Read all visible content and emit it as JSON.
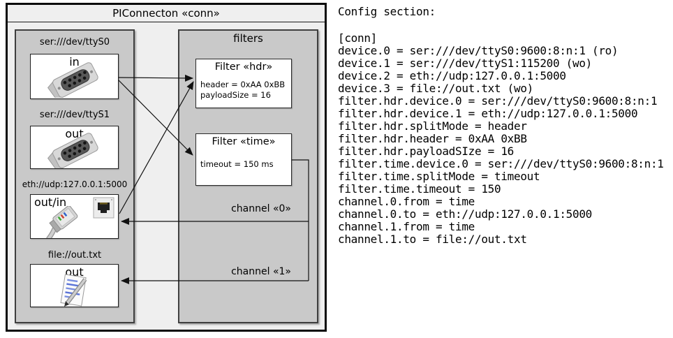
{
  "diagram": {
    "title": "PIConnecton «conn»",
    "devices": {
      "items": [
        {
          "label": "ser:///dev/ttyS0",
          "port": "in",
          "icon": "serial-connector"
        },
        {
          "label": "ser:///dev/ttyS1",
          "port": "out",
          "icon": "serial-connector"
        },
        {
          "label": "eth://udp:127.0.0.1:5000",
          "port": "out/in",
          "icon": "ethernet-jack-and-cable"
        },
        {
          "label": "file://out.txt",
          "port": "out",
          "icon": "notes-document"
        }
      ]
    },
    "filters": {
      "label": "filters",
      "hdr": {
        "title": "Filter «hdr»",
        "props": [
          "header = 0xAA 0xBB",
          "payloadSize = 16"
        ]
      },
      "time": {
        "title": "Filter «time»",
        "props": [
          "timeout = 150 ms"
        ]
      }
    },
    "channels": [
      {
        "label": "channel «0»"
      },
      {
        "label": "channel «1»"
      }
    ],
    "colors": {
      "outer_bg": "#efefef",
      "group_bg": "#c9c9c9",
      "box_bg": "#ffffff",
      "line": "#111111"
    }
  },
  "config": {
    "heading": "Config section:",
    "lines": [
      "[conn]",
      "device.0 = ser:///dev/ttyS0:9600:8:n:1 (ro)",
      "device.1 = ser:///dev/ttyS1:115200 (wo)",
      "device.2 = eth://udp:127.0.0.1:5000",
      "device.3 = file://out.txt (wo)",
      "filter.hdr.device.0 = ser:///dev/ttyS0:9600:8:n:1",
      "filter.hdr.device.1 = eth://udp:127.0.0.1:5000",
      "filter.hdr.splitMode = header",
      "filter.hdr.header = 0xAA 0xBB",
      "filter.hdr.payloadSIze = 16",
      "filter.time.device.0 = ser:///dev/ttyS0:9600:8:n:1",
      "filter.time.splitMode = timeout",
      "filter.time.timeout = 150",
      "channel.0.from = time",
      "channel.0.to = eth://udp:127.0.0.1:5000",
      "channel.1.from = time",
      "channel.1.to = file://out.txt"
    ]
  }
}
